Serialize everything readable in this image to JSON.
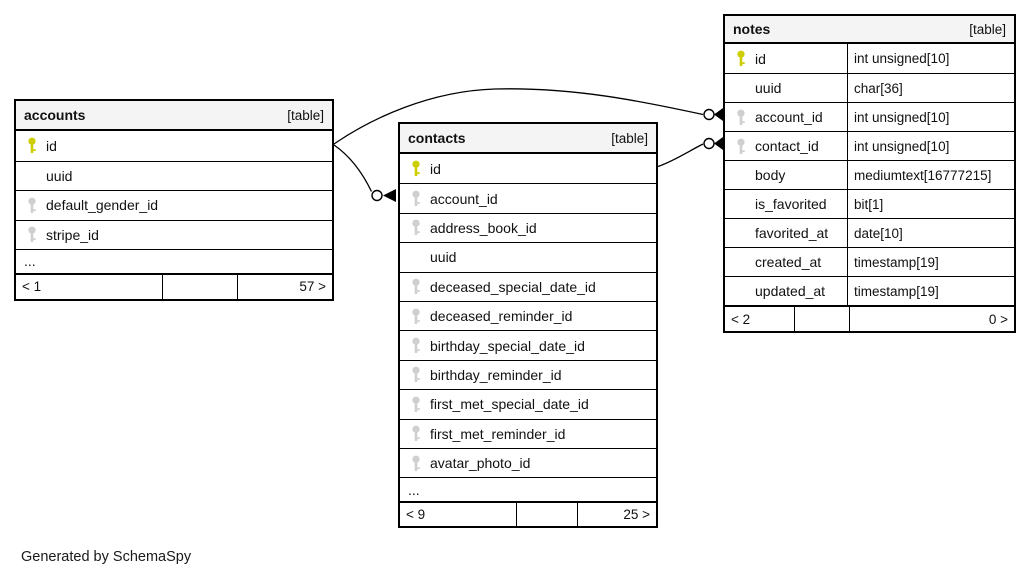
{
  "footer_note": "Generated by SchemaSpy",
  "colors": {
    "pk_key": "#cdcd00",
    "fk_key": "#cfcfcf",
    "header_bg": "#f4f4f4",
    "border": "#000000"
  },
  "tables": [
    {
      "name": "accounts",
      "badge": "[table]",
      "show_types": false,
      "columns": [
        {
          "name": "id",
          "key": "pk"
        },
        {
          "name": "uuid",
          "key": ""
        },
        {
          "name": "default_gender_id",
          "key": "fk"
        },
        {
          "name": "stripe_id",
          "key": "fk"
        }
      ],
      "ellipsis": "...",
      "footer": [
        "< 1",
        "",
        "57 >"
      ]
    },
    {
      "name": "contacts",
      "badge": "[table]",
      "show_types": false,
      "columns": [
        {
          "name": "id",
          "key": "pk"
        },
        {
          "name": "account_id",
          "key": "fk"
        },
        {
          "name": "address_book_id",
          "key": "fk"
        },
        {
          "name": "uuid",
          "key": ""
        },
        {
          "name": "deceased_special_date_id",
          "key": "fk"
        },
        {
          "name": "deceased_reminder_id",
          "key": "fk"
        },
        {
          "name": "birthday_special_date_id",
          "key": "fk"
        },
        {
          "name": "birthday_reminder_id",
          "key": "fk"
        },
        {
          "name": "first_met_special_date_id",
          "key": "fk"
        },
        {
          "name": "first_met_reminder_id",
          "key": "fk"
        },
        {
          "name": "avatar_photo_id",
          "key": "fk"
        }
      ],
      "ellipsis": "...",
      "footer": [
        "< 9",
        "",
        "25 >"
      ]
    },
    {
      "name": "notes",
      "badge": "[table]",
      "show_types": true,
      "columns": [
        {
          "name": "id",
          "key": "pk",
          "type": "int unsigned[10]"
        },
        {
          "name": "uuid",
          "key": "",
          "type": "char[36]"
        },
        {
          "name": "account_id",
          "key": "fk",
          "type": "int unsigned[10]"
        },
        {
          "name": "contact_id",
          "key": "fk",
          "type": "int unsigned[10]"
        },
        {
          "name": "body",
          "key": "",
          "type": "mediumtext[16777215]"
        },
        {
          "name": "is_favorited",
          "key": "",
          "type": "bit[1]"
        },
        {
          "name": "favorited_at",
          "key": "",
          "type": "date[10]"
        },
        {
          "name": "created_at",
          "key": "",
          "type": "timestamp[19]"
        },
        {
          "name": "updated_at",
          "key": "",
          "type": "timestamp[19]"
        }
      ],
      "footer": [
        "< 2",
        "",
        "0 >"
      ]
    }
  ],
  "relationships": [
    {
      "from": "accounts.id",
      "to": "contacts.account_id"
    },
    {
      "from": "accounts.id",
      "to": "notes.account_id"
    },
    {
      "from": "contacts.id",
      "to": "notes.contact_id"
    }
  ]
}
